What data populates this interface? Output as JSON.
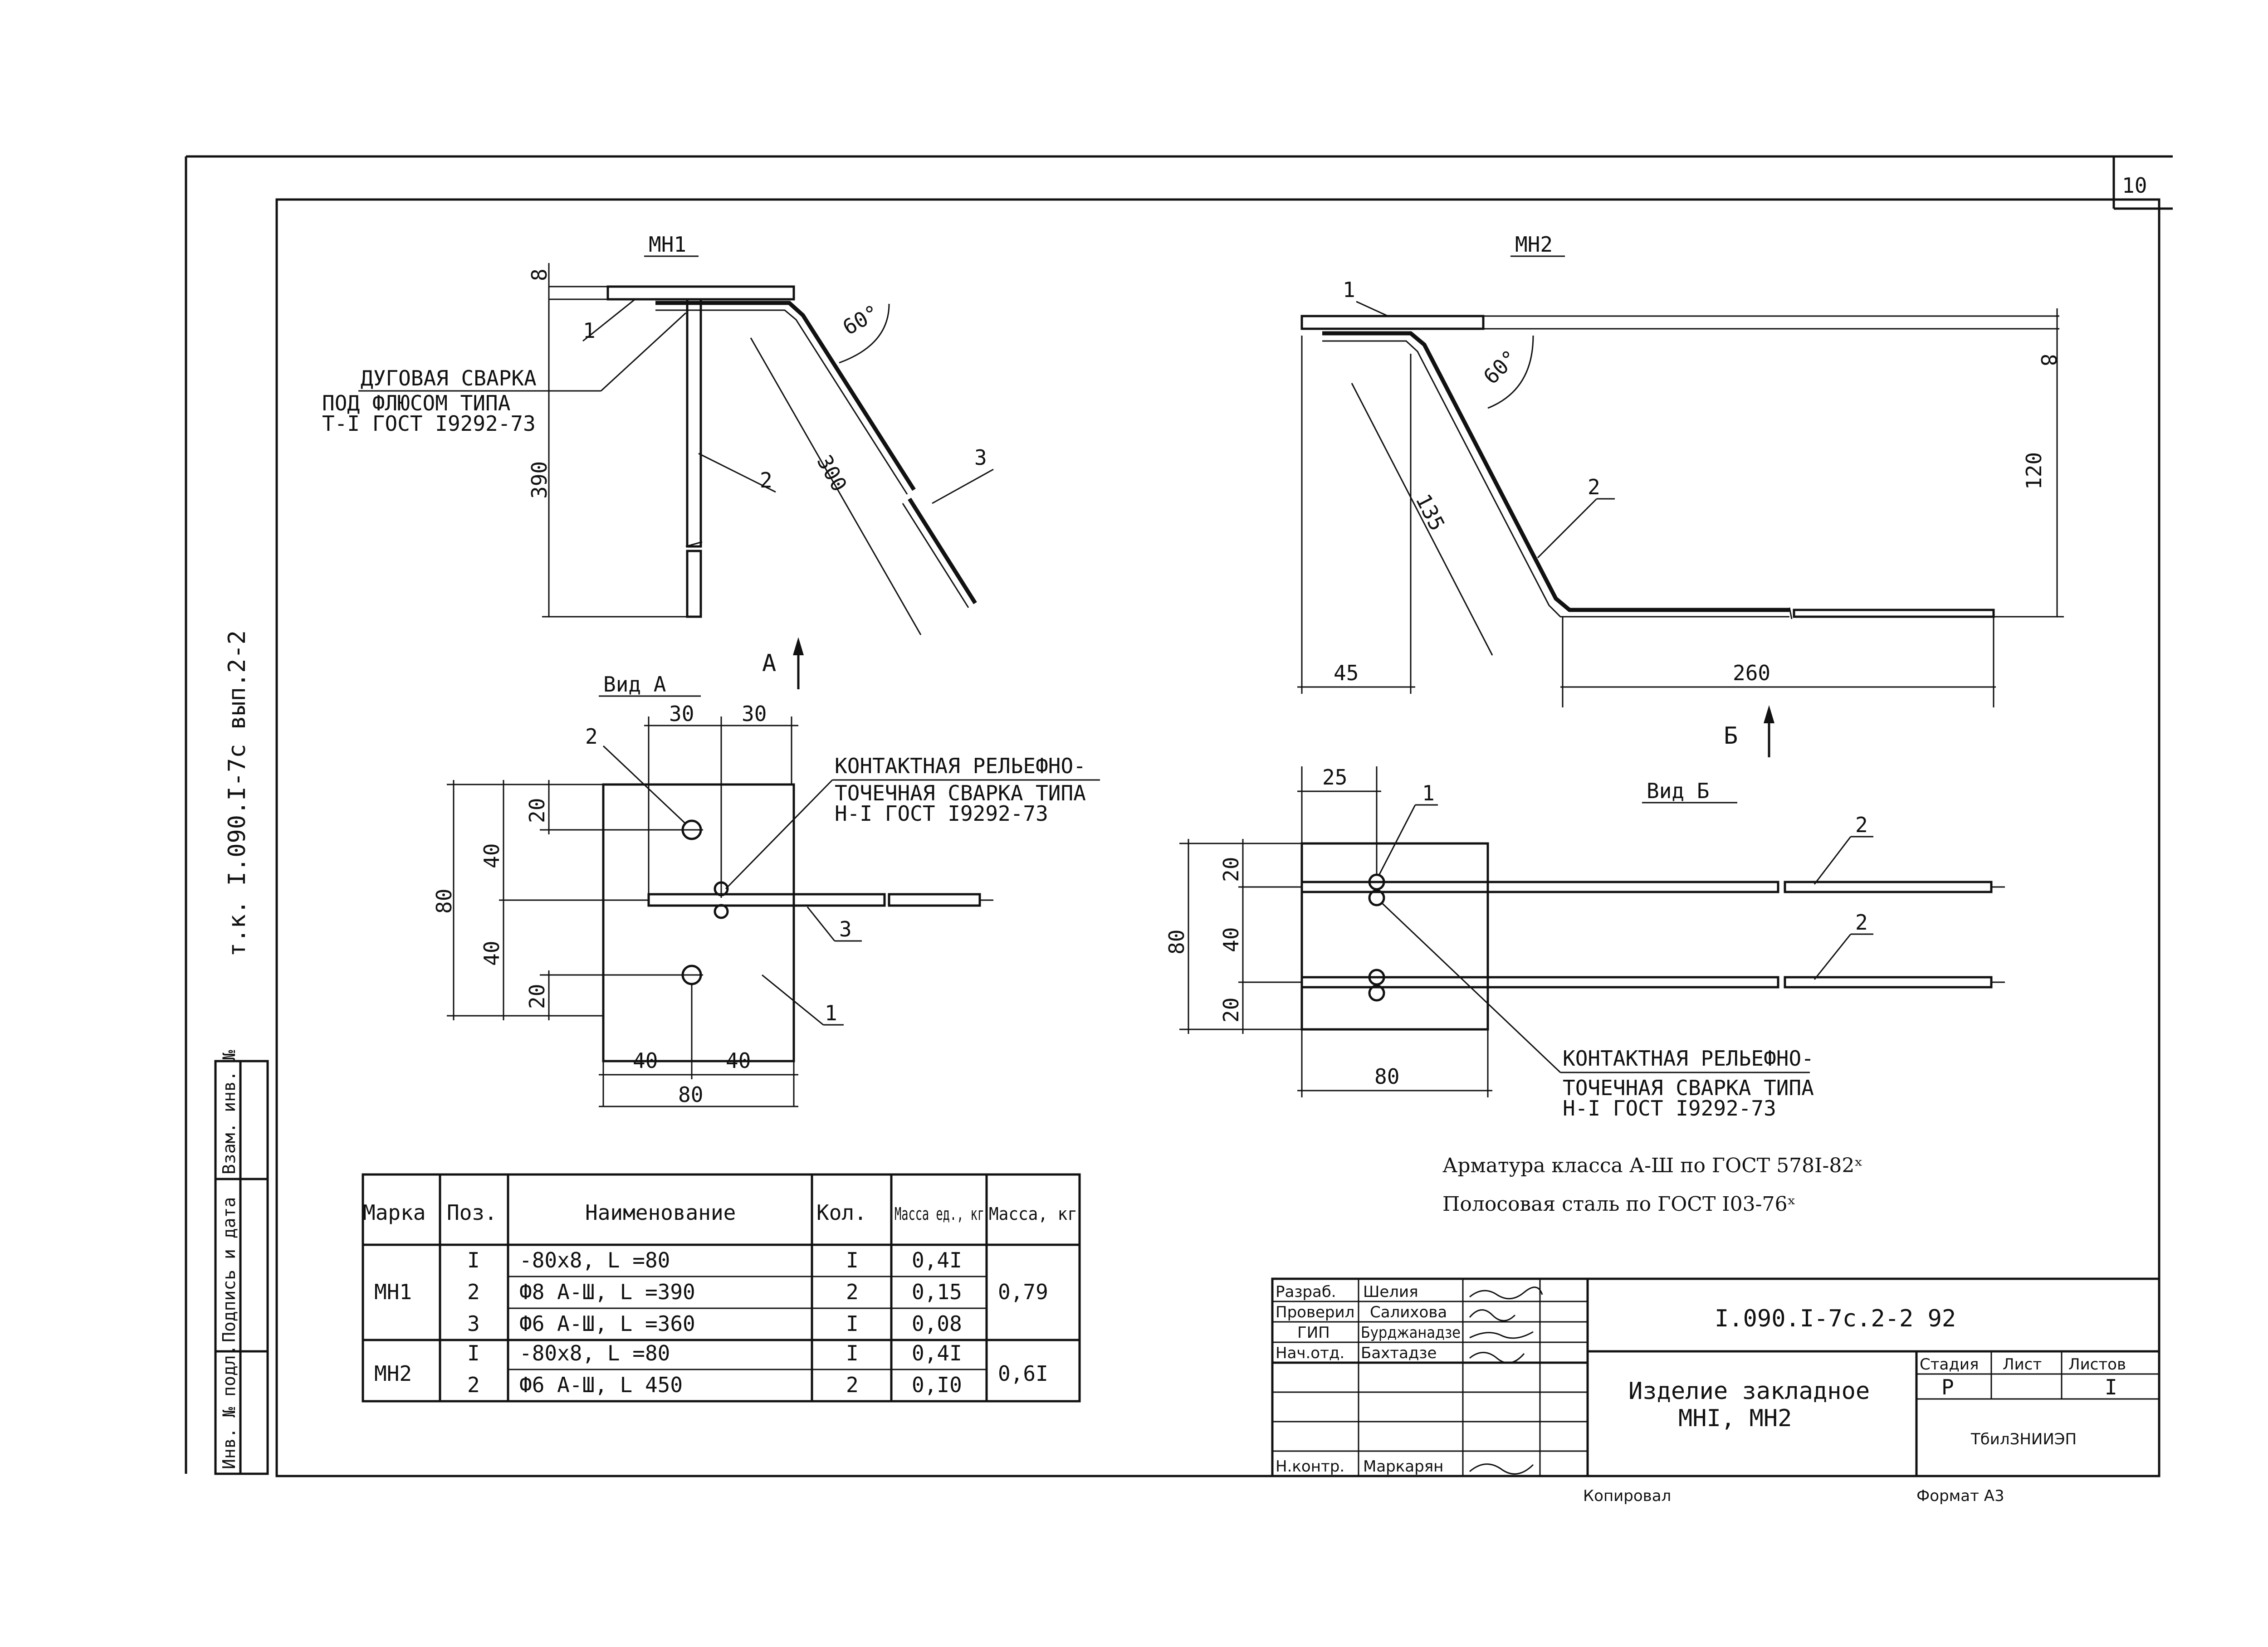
{
  "sheet_number": "10",
  "side_stamp": "т.к. I.090.I-7с вып.2-2",
  "margin_columns": [
    "Инв. № подл.",
    "Подпись и дата",
    "Взам. инв. №"
  ],
  "mn1": {
    "title": "МН1",
    "weld_note": [
      "ДУГОВАЯ СВАРКА",
      "ПОД ФЛЮСОМ ТИПА",
      "Т-I ГОСТ I9292-73"
    ],
    "dims": {
      "plate_t": "8",
      "height": "390",
      "bar_len": "300",
      "angle": "60°"
    },
    "positions": [
      "1",
      "2",
      "3"
    ],
    "view_arrow": "А"
  },
  "mn2": {
    "title": "МН2",
    "dims": {
      "diag": "135",
      "height": "120",
      "plate_t": "8",
      "left": "45",
      "horiz": "260",
      "angle": "60°"
    },
    "positions": [
      "1",
      "2"
    ],
    "view_arrow": "Б"
  },
  "view_a": {
    "title": "Вид А",
    "dims": {
      "top1": "30",
      "top2": "30",
      "v1": "20",
      "v2": "40",
      "v3": "40",
      "v4": "20",
      "total_v": "80",
      "b1": "40",
      "b2": "40",
      "total_b": "80"
    },
    "positions": [
      "2",
      "3",
      "1"
    ],
    "weld_note": [
      "КОНТАКТНАЯ РЕЛЬЕФНО-",
      "ТОЧЕЧНАЯ СВАРКА ТИПА",
      "Н-I ГОСТ I9292-73"
    ]
  },
  "view_b": {
    "title": "Вид Б",
    "dims": {
      "top": "25",
      "v1": "20",
      "v2": "40",
      "v3": "20",
      "total_v": "80",
      "bottom": "80"
    },
    "positions": [
      "1",
      "2",
      "2"
    ],
    "weld_note": [
      "КОНТАКТНАЯ РЕЛЬЕФНО-",
      "ТОЧЕЧНАЯ СВАРКА ТИПА",
      "Н-I ГОСТ I9292-73"
    ]
  },
  "notes": [
    "Арматура класса А-Ш по ГОСТ 578I-82ˣ",
    "Полосовая сталь по ГОСТ I03-76ˣ"
  ],
  "spec_table": {
    "headers": [
      "Марка",
      "Поз.",
      "Наименование",
      "Кол.",
      "Масса ед., кг",
      "Масса, кг"
    ],
    "groups": [
      {
        "mark": "МН1",
        "total": "0,79",
        "rows": [
          {
            "pos": "I",
            "name": "-80х8,   L =80",
            "qty": "I",
            "mass": "0,4I"
          },
          {
            "pos": "2",
            "name": "Ф8 А-Ш,  L =390",
            "qty": "2",
            "mass": "0,15"
          },
          {
            "pos": "3",
            "name": "Ф6 А-Ш,  L =360",
            "qty": "I",
            "mass": "0,08"
          }
        ]
      },
      {
        "mark": "МН2",
        "total": "0,6I",
        "rows": [
          {
            "pos": "I",
            "name": "-80х8,   L =80",
            "qty": "I",
            "mass": "0,4I"
          },
          {
            "pos": "2",
            "name": "Ф6 А-Ш,  L 450",
            "qty": "2",
            "mass": "0,I0"
          }
        ]
      }
    ]
  },
  "title_block": {
    "doc_code": "I.090.I-7с.2-2 92",
    "roles": [
      "Разраб.",
      "Проверил",
      "ГИП",
      "Нач.отд.",
      "Н.контр."
    ],
    "names": [
      "Шелия",
      "Салихова",
      "Бурджанадзе",
      "Бахтадзе",
      "Маркарян"
    ],
    "product_title": [
      "Изделие закладное",
      "МНI, МН2"
    ],
    "stage_headers": [
      "Стадия",
      "Лист",
      "Листов"
    ],
    "stage": "Р",
    "sheet": "",
    "sheets": "I",
    "org": "ТбилЗНИИЭП"
  },
  "footer": {
    "copied": "Копировал",
    "format": "Формат А3"
  }
}
